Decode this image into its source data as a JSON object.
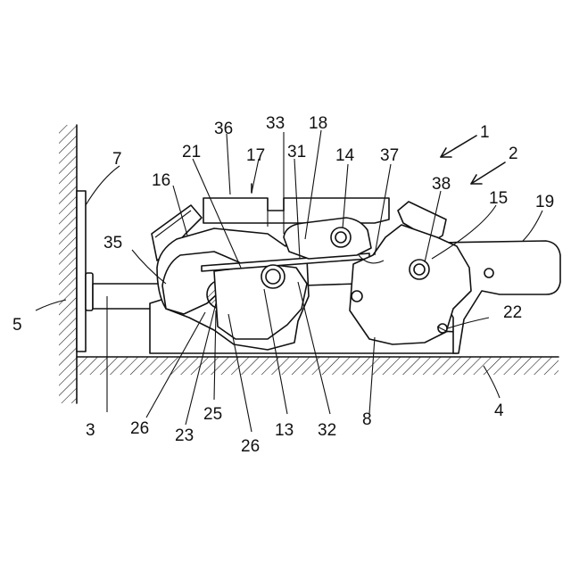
{
  "figure": {
    "labels": {
      "l1": "1",
      "l2": "2",
      "l3": "3",
      "l4": "4",
      "l5": "5",
      "l7": "7",
      "l8": "8",
      "l13": "13",
      "l14": "14",
      "l15": "15",
      "l16": "16",
      "l17": "17",
      "l18": "18",
      "l19": "19",
      "l21": "21",
      "l22": "22",
      "l23": "23",
      "l25": "25",
      "l26a": "26",
      "l26b": "26",
      "l31": "31",
      "l32": "32",
      "l33": "33",
      "l35": "35",
      "l36": "36",
      "l37": "37",
      "l38": "38"
    }
  }
}
